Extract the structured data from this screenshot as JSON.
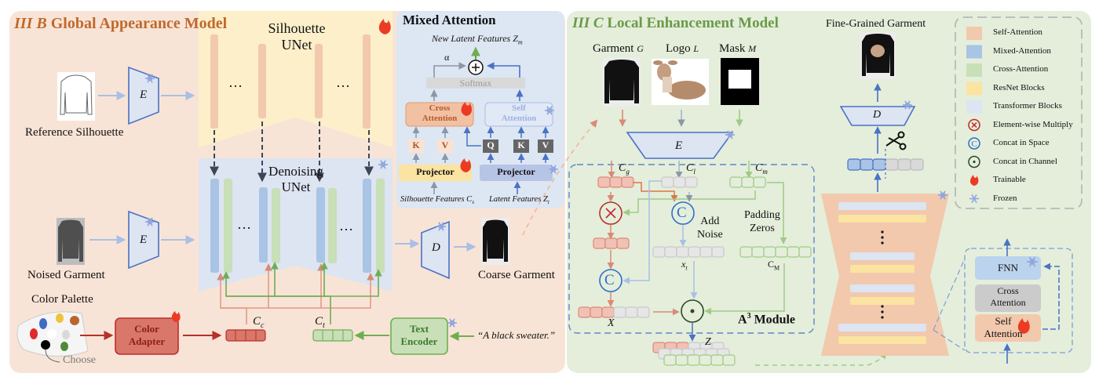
{
  "global": {
    "section_prefix": "III B",
    "section_title": "Global Appearance Model",
    "silhouette_unet": [
      "Silhouette",
      "UNet"
    ],
    "denoising_unet": [
      "Denoising",
      "UNet"
    ],
    "reference_silhouette": "Reference Silhouette",
    "noised_garment": "Noised Garment",
    "coarse_garment": "Coarse Garment",
    "color_palette": "Color Palette",
    "choose": "Choose",
    "color_adapter": [
      "Color",
      "Adapter"
    ],
    "text_encoder": [
      "Text",
      "Encoder"
    ],
    "prompt": "“A black sweater.”",
    "encoder_label": "E",
    "decoder_label": "D",
    "cc_label": "C",
    "cc_sub": "c",
    "ct_label": "C",
    "ct_sub": "t",
    "ellipsis": "…"
  },
  "mixed_attention": {
    "title": "Mixed Attention",
    "output": "New Latent Features Z",
    "output_sub": "m",
    "alpha": "α",
    "softmax": "Softmax",
    "cross_attention": [
      "Cross",
      "Attention"
    ],
    "self_attention": [
      "Self",
      "Attention"
    ],
    "k": "K",
    "v": "V",
    "q": "Q",
    "projector": "Projector",
    "silhouette_features": "Silhouette Features C",
    "silhouette_sub": "s",
    "latent_features": "Latent Features Z",
    "latent_sub": "t"
  },
  "local": {
    "section_prefix": "III C",
    "section_title": "Local Enhancement Model",
    "garment": "Garment",
    "garment_sym": "G",
    "logo": "Logo",
    "logo_sym": "L",
    "mask": "Mask",
    "mask_sym": "M",
    "encoder_label": "E",
    "decoder_label": "D",
    "cg": "C",
    "cg_sub": "g",
    "cl": "C",
    "cl_sub": "l",
    "cm": "C",
    "cm_sub": "m",
    "add_noise": [
      "Add",
      "Noise"
    ],
    "padding_zeros": [
      "Padding",
      "Zeros"
    ],
    "xt": "x",
    "xt_sub": "t",
    "cM": "C",
    "cM_sub": "M",
    "x_label": "X",
    "z_label": "Z",
    "module": "A",
    "module_sup": "3",
    "module_suffix": " Module",
    "fine_grained": "Fine-Grained Garment",
    "fnn": "FNN",
    "cross_attention": [
      "Cross",
      "Attention"
    ],
    "self_attention": [
      "Self",
      "Attention"
    ]
  },
  "legend": {
    "items": [
      {
        "label": "Self-Attention",
        "color": "#f2c9ad",
        "kind": "swatch"
      },
      {
        "label": "Mixed-Attention",
        "color": "#a9c4e4",
        "kind": "swatch"
      },
      {
        "label": "Cross-Attention",
        "color": "#c8dfb8",
        "kind": "swatch"
      },
      {
        "label": "ResNet Blocks",
        "color": "#fbe3a1",
        "kind": "swatch"
      },
      {
        "label": "Transformer Blocks",
        "color": "#dde4f2",
        "kind": "swatch"
      },
      {
        "label": "Element-wise Multiply",
        "color": "#c0282d",
        "kind": "multiply-icon"
      },
      {
        "label": "Concat in Space",
        "color": "#2f6fc7",
        "kind": "concat-space-icon"
      },
      {
        "label": "Concat in Channel",
        "color": "#2b4a24",
        "kind": "concat-channel-icon"
      },
      {
        "label": "Trainable",
        "color": "#ec3b24",
        "kind": "flame-icon"
      },
      {
        "label": "Frozen",
        "color": "#8ea6dd",
        "kind": "snowflake-icon"
      }
    ]
  },
  "colors": {
    "global_bg": "#f8e4d6",
    "local_bg": "#e4eedb",
    "mixed_bg": "#dde6f3",
    "title_orange": "#c0692c",
    "title_green": "#6a9a47"
  }
}
